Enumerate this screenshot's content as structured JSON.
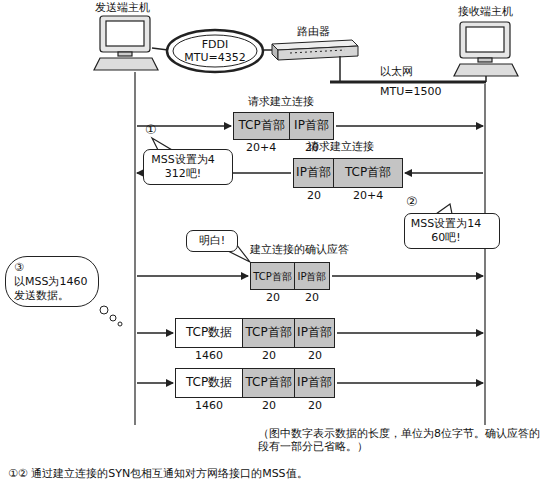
{
  "diagram": {
    "caption": "①② 通过建立连接的SYN包相互通知对方网络接口的MSS值。",
    "nodes": [
      {
        "text": [
          "FDDI MTU=4352"
        ]
      },
      {
        "text": [
          "TCP首部"
        ]
      },
      {
        "text": [
          "IP首部"
        ]
      },
      {
        "text": [
          "MSS设置为4312吧!"
        ]
      },
      {
        "text": [
          "IP首部"
        ]
      },
      {
        "text": [
          "TCP首部"
        ]
      },
      {
        "text": [
          "MSS设置为1460吧!"
        ]
      },
      {
        "text": [
          "明白!"
        ]
      },
      {
        "text": [
          "TCP首部"
        ]
      },
      {
        "text": [
          "IP首部"
        ]
      },
      {
        "text": [
          "③",
          "以MSS为1460发送数据。"
        ]
      },
      {
        "text": [
          "TCP数据"
        ]
      },
      {
        "text": [
          "TCP首部"
        ]
      },
      {
        "text": [
          "IP首部"
        ]
      },
      {
        "text": [
          "TCP数据"
        ]
      },
      {
        "text": [
          "TCP首部"
        ]
      },
      {
        "text": [
          "IP首部"
        ]
      }
    ],
    "labels": [
      "发送端主机",
      "路由器",
      "接收端主机",
      "以太网",
      "MTU=1500",
      "请求建立连接",
      "①",
      "20+4",
      "20",
      "请求建立连接",
      "20",
      "20+4",
      "②",
      "建立连接的确认应答",
      "20",
      "20",
      "1460",
      "20",
      "20",
      "1460",
      "20",
      "20",
      "（图中数字表示数据的长度，单位为8位字节。确认应答的段有一部分已省略。）"
    ]
  }
}
